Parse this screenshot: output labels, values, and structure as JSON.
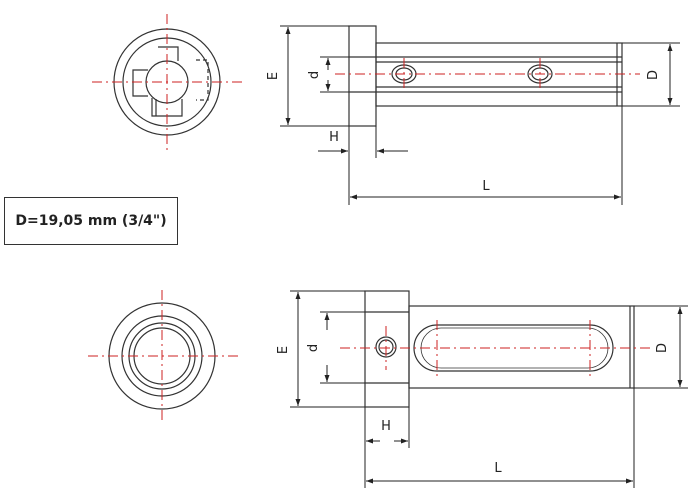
{
  "spec": {
    "text": "D=19,05 mm (3/4\")"
  },
  "labels": {
    "E": "E",
    "d": "d",
    "D": "D",
    "H": "H",
    "L": "L"
  },
  "colors": {
    "line": "#333333",
    "centerline": "#cc2222",
    "background": "#ffffff"
  }
}
